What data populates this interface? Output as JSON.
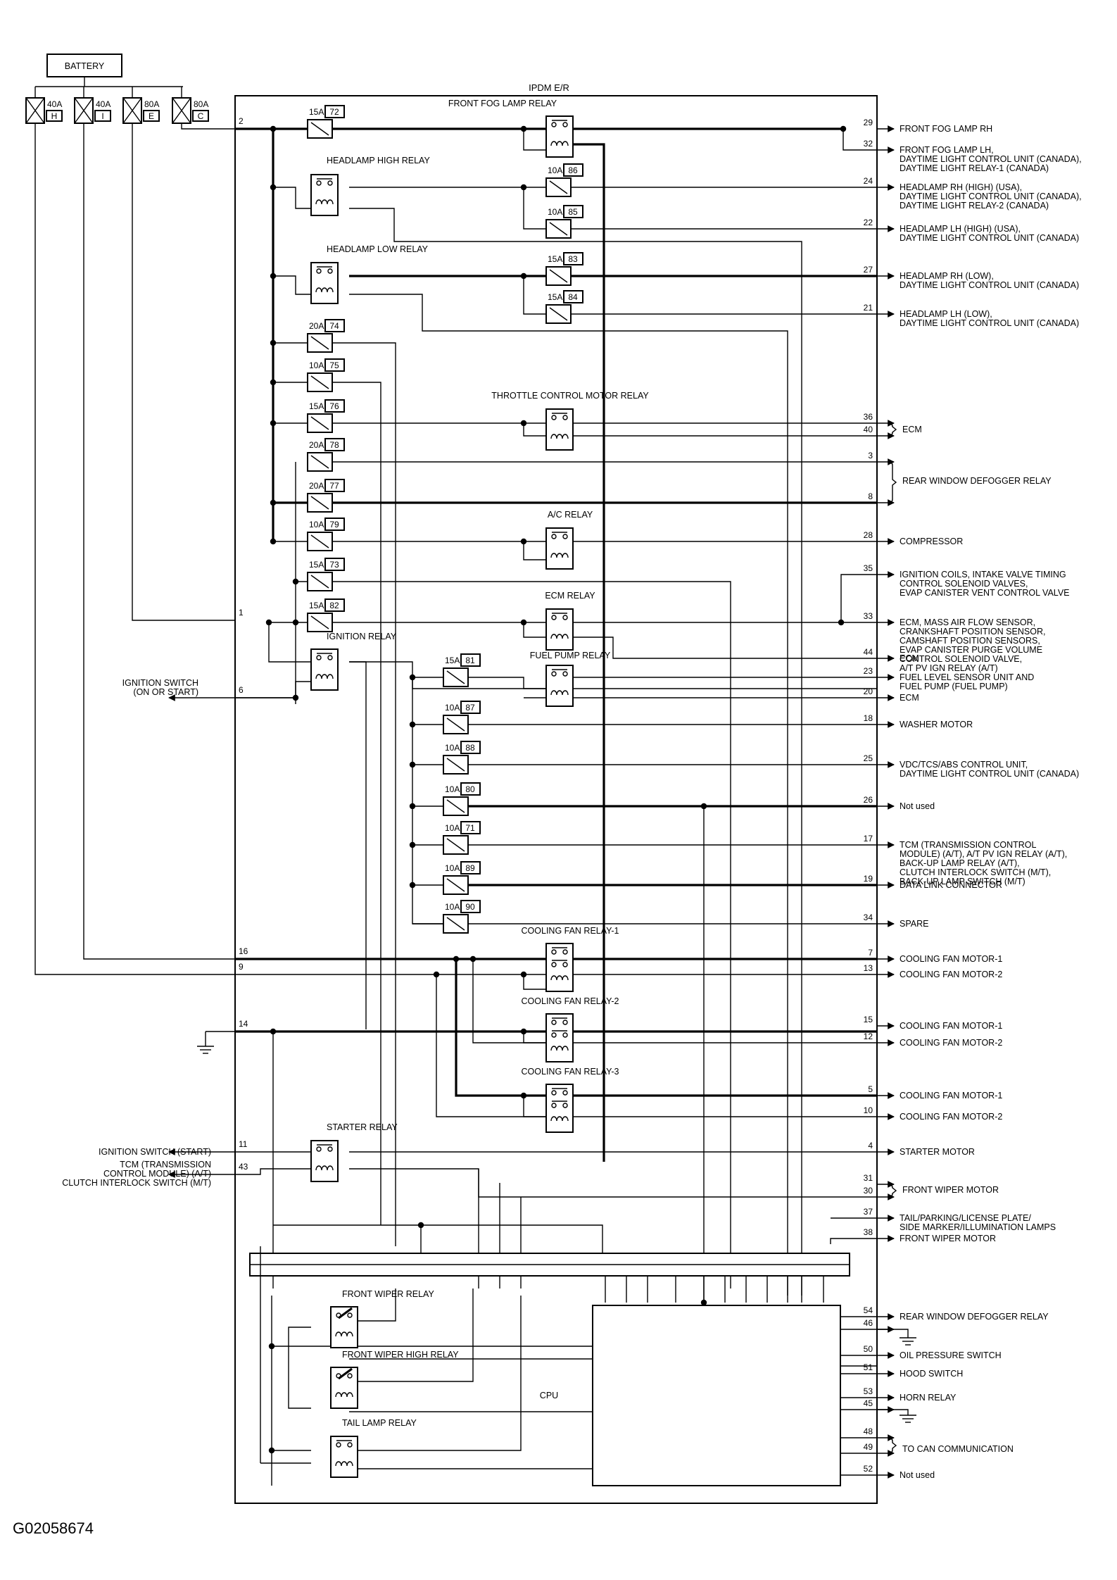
{
  "figure_id": "G02058674",
  "battery": {
    "label": "BATTERY"
  },
  "module": {
    "label": "IPDM E/R"
  },
  "fusible_links": [
    {
      "rating": "40A",
      "letter": "H"
    },
    {
      "rating": "40A",
      "letter": "I"
    },
    {
      "rating": "80A",
      "letter": "E"
    },
    {
      "rating": "80A",
      "letter": "C"
    }
  ],
  "fuses": [
    {
      "rating": "15A",
      "number": "72"
    },
    {
      "rating": "10A",
      "number": "86"
    },
    {
      "rating": "10A",
      "number": "85"
    },
    {
      "rating": "15A",
      "number": "83"
    },
    {
      "rating": "15A",
      "number": "84"
    },
    {
      "rating": "20A",
      "number": "74"
    },
    {
      "rating": "10A",
      "number": "75"
    },
    {
      "rating": "15A",
      "number": "76"
    },
    {
      "rating": "20A",
      "number": "78"
    },
    {
      "rating": "20A",
      "number": "77"
    },
    {
      "rating": "10A",
      "number": "79"
    },
    {
      "rating": "15A",
      "number": "73"
    },
    {
      "rating": "15A",
      "number": "82"
    },
    {
      "rating": "15A",
      "number": "81"
    },
    {
      "rating": "10A",
      "number": "87"
    },
    {
      "rating": "10A",
      "number": "88"
    },
    {
      "rating": "10A",
      "number": "80"
    },
    {
      "rating": "10A",
      "number": "71"
    },
    {
      "rating": "10A",
      "number": "89"
    },
    {
      "rating": "10A",
      "number": "90"
    }
  ],
  "relays": [
    "FRONT FOG LAMP RELAY",
    "HEADLAMP HIGH RELAY",
    "HEADLAMP LOW RELAY",
    "THROTTLE CONTROL MOTOR RELAY",
    "A/C RELAY",
    "ECM RELAY",
    "IGNITION RELAY",
    "FUEL PUMP RELAY",
    "COOLING FAN RELAY-1",
    "COOLING FAN RELAY-2",
    "COOLING FAN RELAY-3",
    "STARTER RELAY",
    "FRONT WIPER RELAY",
    "FRONT WIPER HIGH RELAY",
    "TAIL LAMP RELAY"
  ],
  "cpu": {
    "label": "CPU"
  },
  "left_pins": [
    {
      "pin": "2"
    },
    {
      "pin": "1"
    },
    {
      "pin": "6"
    },
    {
      "pin": "16"
    },
    {
      "pin": "9"
    },
    {
      "pin": "14"
    },
    {
      "pin": "11"
    },
    {
      "pin": "43"
    }
  ],
  "left_outputs": [
    {
      "lines": [
        "IGNITION SWITCH",
        "(ON OR START)"
      ]
    },
    {
      "lines": [
        "IGNITION SWITCH (START)"
      ]
    },
    {
      "lines": [
        "TCM (TRANSMISSION",
        "CONTROL MODULE) (A/T)",
        "CLUTCH INTERLOCK SWITCH (M/T)"
      ]
    }
  ],
  "right_pins": [
    {
      "pin": "29"
    },
    {
      "pin": "32"
    },
    {
      "pin": "24"
    },
    {
      "pin": "22"
    },
    {
      "pin": "27"
    },
    {
      "pin": "21"
    },
    {
      "pin": "36"
    },
    {
      "pin": "40"
    },
    {
      "pin": "3"
    },
    {
      "pin": "8"
    },
    {
      "pin": "28"
    },
    {
      "pin": "35"
    },
    {
      "pin": "33"
    },
    {
      "pin": "44"
    },
    {
      "pin": "23"
    },
    {
      "pin": "20"
    },
    {
      "pin": "18"
    },
    {
      "pin": "25"
    },
    {
      "pin": "26"
    },
    {
      "pin": "17"
    },
    {
      "pin": "19"
    },
    {
      "pin": "34"
    },
    {
      "pin": "7"
    },
    {
      "pin": "13"
    },
    {
      "pin": "15"
    },
    {
      "pin": "12"
    },
    {
      "pin": "5"
    },
    {
      "pin": "10"
    },
    {
      "pin": "4"
    },
    {
      "pin": "31"
    },
    {
      "pin": "30"
    },
    {
      "pin": "37"
    },
    {
      "pin": "38"
    },
    {
      "pin": "54"
    },
    {
      "pin": "46"
    },
    {
      "pin": "50"
    },
    {
      "pin": "51"
    },
    {
      "pin": "53"
    },
    {
      "pin": "45"
    },
    {
      "pin": "48"
    },
    {
      "pin": "49"
    },
    {
      "pin": "52"
    }
  ],
  "right_outputs": [
    {
      "lines": [
        "FRONT FOG LAMP RH"
      ]
    },
    {
      "lines": [
        "FRONT FOG LAMP LH,",
        "DAYTIME LIGHT CONTROL UNIT (CANADA),",
        "DAYTIME LIGHT RELAY-1 (CANADA)"
      ]
    },
    {
      "lines": [
        "HEADLAMP RH (HIGH) (USA),",
        "DAYTIME LIGHT CONTROL UNIT (CANADA),",
        "DAYTIME LIGHT RELAY-2 (CANADA)"
      ]
    },
    {
      "lines": [
        "HEADLAMP LH (HIGH) (USA),",
        "DAYTIME LIGHT CONTROL UNIT (CANADA)"
      ]
    },
    {
      "lines": [
        "HEADLAMP RH (LOW),",
        "DAYTIME LIGHT CONTROL UNIT (CANADA)"
      ]
    },
    {
      "lines": [
        "HEADLAMP LH (LOW),",
        "DAYTIME LIGHT CONTROL UNIT (CANADA)"
      ]
    },
    {
      "lines": [
        "ECM"
      ]
    },
    {
      "lines": [
        "REAR WINDOW DEFOGGER RELAY"
      ]
    },
    {
      "lines": [
        "COMPRESSOR"
      ]
    },
    {
      "lines": [
        "IGNITION COILS, INTAKE VALVE TIMING",
        "CONTROL SOLENOID VALVES,",
        "EVAP CANISTER VENT CONTROL VALVE"
      ]
    },
    {
      "lines": [
        "ECM, MASS AIR FLOW SENSOR,",
        "CRANKSHAFT POSITION SENSOR,",
        "CAMSHAFT POSITION SENSORS,",
        "EVAP CANISTER PURGE VOLUME",
        "CONTROL SOLENOID VALVE,",
        "A/T PV IGN RELAY (A/T)"
      ]
    },
    {
      "lines": [
        "ECM"
      ]
    },
    {
      "lines": [
        "FUEL LEVEL SENSOR UNIT AND",
        "FUEL PUMP (FUEL PUMP)"
      ]
    },
    {
      "lines": [
        "ECM"
      ]
    },
    {
      "lines": [
        "WASHER MOTOR"
      ]
    },
    {
      "lines": [
        "VDC/TCS/ABS CONTROL UNIT,",
        "DAYTIME LIGHT CONTROL UNIT (CANADA)"
      ]
    },
    {
      "lines": [
        "Not used"
      ]
    },
    {
      "lines": [
        "TCM (TRANSMISSION CONTROL",
        "MODULE) (A/T), A/T PV IGN RELAY (A/T),",
        "BACK-UP LAMP RELAY (A/T),",
        "CLUTCH INTERLOCK SWITCH (M/T),",
        "BACK-UP LAMP SWITCH (M/T)"
      ]
    },
    {
      "lines": [
        "DATA LINK CONNECTOR"
      ]
    },
    {
      "lines": [
        "SPARE"
      ]
    },
    {
      "lines": [
        "COOLING FAN MOTOR-1"
      ]
    },
    {
      "lines": [
        "COOLING FAN MOTOR-2"
      ]
    },
    {
      "lines": [
        "COOLING FAN MOTOR-1"
      ]
    },
    {
      "lines": [
        "COOLING FAN MOTOR-2"
      ]
    },
    {
      "lines": [
        "COOLING FAN MOTOR-1"
      ]
    },
    {
      "lines": [
        "COOLING FAN MOTOR-2"
      ]
    },
    {
      "lines": [
        "STARTER MOTOR"
      ]
    },
    {
      "lines": [
        "FRONT WIPER MOTOR"
      ]
    },
    {
      "lines": [
        "TAIL/PARKING/LICENSE PLATE/",
        "SIDE MARKER/ILLUMINATION LAMPS"
      ]
    },
    {
      "lines": [
        "FRONT WIPER MOTOR"
      ]
    },
    {
      "lines": [
        "REAR WINDOW DEFOGGER RELAY"
      ]
    },
    {
      "lines": [
        "OIL PRESSURE SWITCH"
      ]
    },
    {
      "lines": [
        "HOOD SWITCH"
      ]
    },
    {
      "lines": [
        "HORN RELAY"
      ]
    },
    {
      "lines": [
        "TO CAN COMMUNICATION"
      ]
    },
    {
      "lines": [
        "Not used"
      ]
    }
  ]
}
